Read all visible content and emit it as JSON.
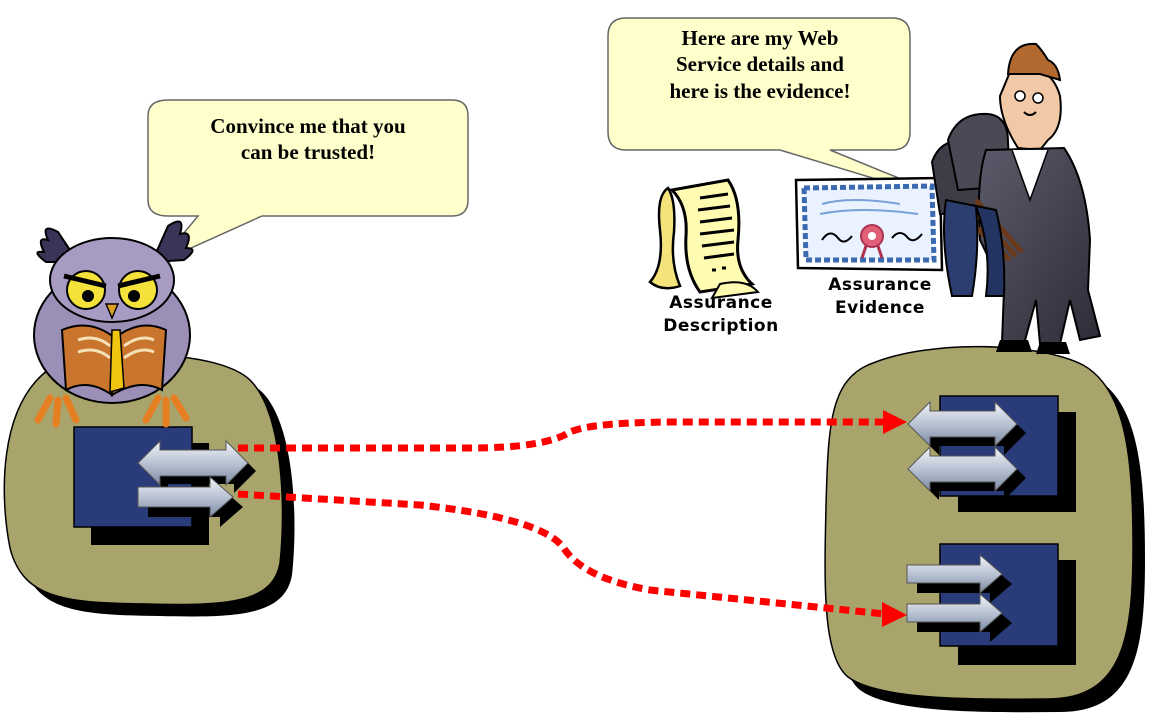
{
  "bubbles": {
    "consumer": {
      "lines": [
        "Convince me that you",
        "can be trusted!"
      ]
    },
    "provider": {
      "lines": [
        "Here are my Web",
        "Service details and",
        "here is the evidence!"
      ]
    }
  },
  "documents": {
    "description": {
      "lines": [
        "Assurance",
        "Description"
      ],
      "icon": "scroll-document-icon"
    },
    "evidence": {
      "lines": [
        "Assurance",
        "Evidence"
      ],
      "icon": "certificate-icon"
    }
  },
  "characters": {
    "consumer": "owl-reading-icon",
    "provider": "businessman-icon"
  },
  "colors": {
    "bubble_fill": "#ffffcc",
    "node_fill": "#a9a46b",
    "service_box": "#2a3b7a",
    "connection": "#ff0000"
  }
}
